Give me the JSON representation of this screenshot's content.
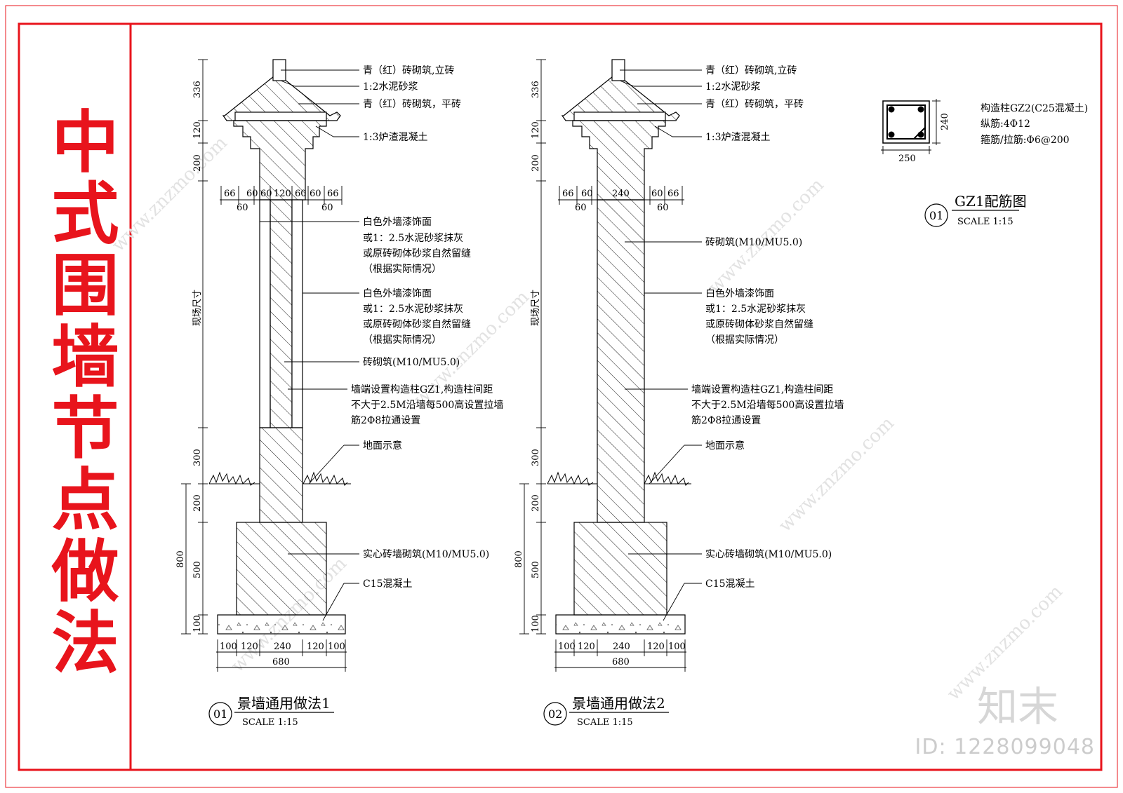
{
  "sheet_title": "中式围墙节点做法",
  "watermark": {
    "brand": "知末",
    "id": "ID: 1228099048",
    "repeat": "www.znzmo.com"
  },
  "colors": {
    "frame": "#e8141c",
    "line": "#000000",
    "watermark": "#cccccc"
  },
  "details": [
    {
      "number": "01",
      "title": "景墙通用做法1",
      "scale": "SCALE 1:15",
      "dims_left": [
        "336",
        "120",
        "200",
        "现场尺寸",
        "300",
        "200",
        "500",
        "100"
      ],
      "dim_total_left": "800",
      "dims_top": [
        "66",
        "60",
        "60",
        "120",
        "60",
        "60",
        "66"
      ],
      "dims_top_sub": [
        "60",
        "60"
      ],
      "dims_bottom": [
        "100",
        "120",
        "240",
        "120",
        "100"
      ],
      "dim_total_bottom": "680",
      "notes": [
        "青（红）砖砌筑,立砖",
        "1:2水泥砂浆",
        "青（红）砖砌筑，平砖",
        "1:3炉渣混凝土",
        "白色外墙漆饰面",
        "或1：2.5水泥砂浆抹灰",
        "或原砖砌体砂浆自然留缝",
        "（根据实际情况）",
        "白色外墙漆饰面",
        "或1：2.5水泥砂浆抹灰",
        "或原砖砌体砂浆自然留缝",
        "（根据实际情况）",
        "砖砌筑(M10/MU5.0)",
        "墙端设置构造柱GZ1,构造柱间距",
        "不大于2.5M沿墙每500高设置拉墙",
        "筋2Φ8拉通设置",
        "地面示意",
        "实心砖墙砌筑(M10/MU5.0)",
        "C15混凝土"
      ]
    },
    {
      "number": "02",
      "title": "景墙通用做法2",
      "scale": "SCALE 1:15",
      "dims_left": [
        "336",
        "120",
        "200",
        "现场尺寸",
        "300",
        "200",
        "500",
        "100"
      ],
      "dim_total_left": "800",
      "dims_top": [
        "66",
        "60",
        "240",
        "60",
        "66"
      ],
      "dims_top_sub": [
        "60",
        "60"
      ],
      "dims_bottom": [
        "100",
        "120",
        "240",
        "120",
        "100"
      ],
      "dim_total_bottom": "680",
      "notes": [
        "青（红）砖砌筑,立砖",
        "1:2水泥砂浆",
        "青（红）砖砌筑，平砖",
        "1:3炉渣混凝土",
        "砖砌筑(M10/MU5.0)",
        "白色外墙漆饰面",
        "或1：2.5水泥砂浆抹灰",
        "或原砖砌体砂浆自然留缝",
        "（根据实际情况）",
        "墙端设置构造柱GZ1,构造柱间距",
        "不大于2.5M沿墙每500高设置拉墙",
        "筋2Φ8拉通设置",
        "地面示意",
        "实心砖墙砌筑(M10/MU5.0)",
        "C15混凝土"
      ]
    }
  ],
  "rebar": {
    "number": "01",
    "title": "GZ1配筋图",
    "scale": "SCALE 1:15",
    "width_dim": "250",
    "height_dim": "240",
    "notes": [
      "构造柱GZ2(C25混凝土)",
      "纵筋:4Φ12",
      "箍筋/拉筋:Φ6@200"
    ]
  }
}
